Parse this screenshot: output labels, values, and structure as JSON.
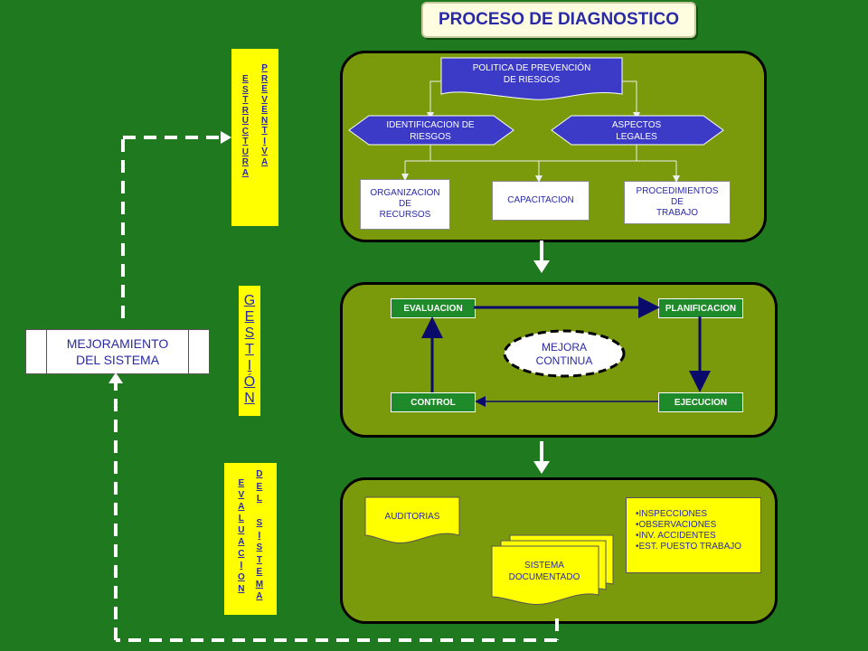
{
  "title": "PROCESO DE DIAGNOSTICO",
  "side_labels": {
    "estructura": [
      "E",
      "S",
      "T",
      "R",
      "U",
      "C",
      "T",
      "U",
      "R",
      "A"
    ],
    "preventiva": [
      "P",
      "R",
      "E",
      "V",
      "E",
      "N",
      "T",
      "I",
      "V",
      "A"
    ],
    "gestion": [
      "G",
      "E",
      "S",
      "T",
      "I",
      "Ó",
      "N"
    ],
    "evaluacion": [
      "E",
      "V",
      "A",
      "L",
      "U",
      "A",
      "C",
      "I",
      "O",
      "N"
    ],
    "del_sistema": [
      "D",
      "E",
      "L",
      "",
      "S",
      "I",
      "S",
      "T",
      "E",
      "M",
      "A"
    ]
  },
  "mejoramiento": {
    "line1": "MEJORAMIENTO",
    "line2": "DEL SISTEMA"
  },
  "panel1": {
    "politica": {
      "line1": "POLITICA DE PREVENCIÓN",
      "line2": "DE RIESGOS"
    },
    "identificacion": {
      "line1": "IDENTIFICACION DE",
      "line2": "RIESGOS"
    },
    "aspectos": {
      "line1": "ASPECTOS",
      "line2": "LEGALES"
    },
    "organizacion": {
      "line1": "ORGANIZACION",
      "line2": "DE",
      "line3": "RECURSOS"
    },
    "capacitacion": "CAPACITACION",
    "procedimientos": {
      "line1": "PROCEDIMIENTOS",
      "line2": "DE",
      "line3": "TRABAJO"
    }
  },
  "panel2": {
    "evaluacion": "EVALUACION",
    "planificacion": "PLANIFICACION",
    "ejecucion": "EJECUCION",
    "control": "CONTROL",
    "mejora": {
      "line1": "MEJORA",
      "line2": "CONTINUA"
    }
  },
  "panel3": {
    "auditorias": "AUDITORIAS",
    "sistema": {
      "line1": "SISTEMA",
      "line2": "DOCUMENTADO"
    },
    "list": [
      "•INSPECCIONES",
      "•OBSERVACIONES",
      "•INV. ACCIDENTES",
      "•EST. PUESTO TRABAJO"
    ]
  },
  "colors": {
    "background": "#1f7a1f",
    "panel": "#7a9a0b",
    "blue_shape": "#3b3bc8",
    "yellow": "#ffff00",
    "arrow_navy": "#0a0a6a"
  }
}
